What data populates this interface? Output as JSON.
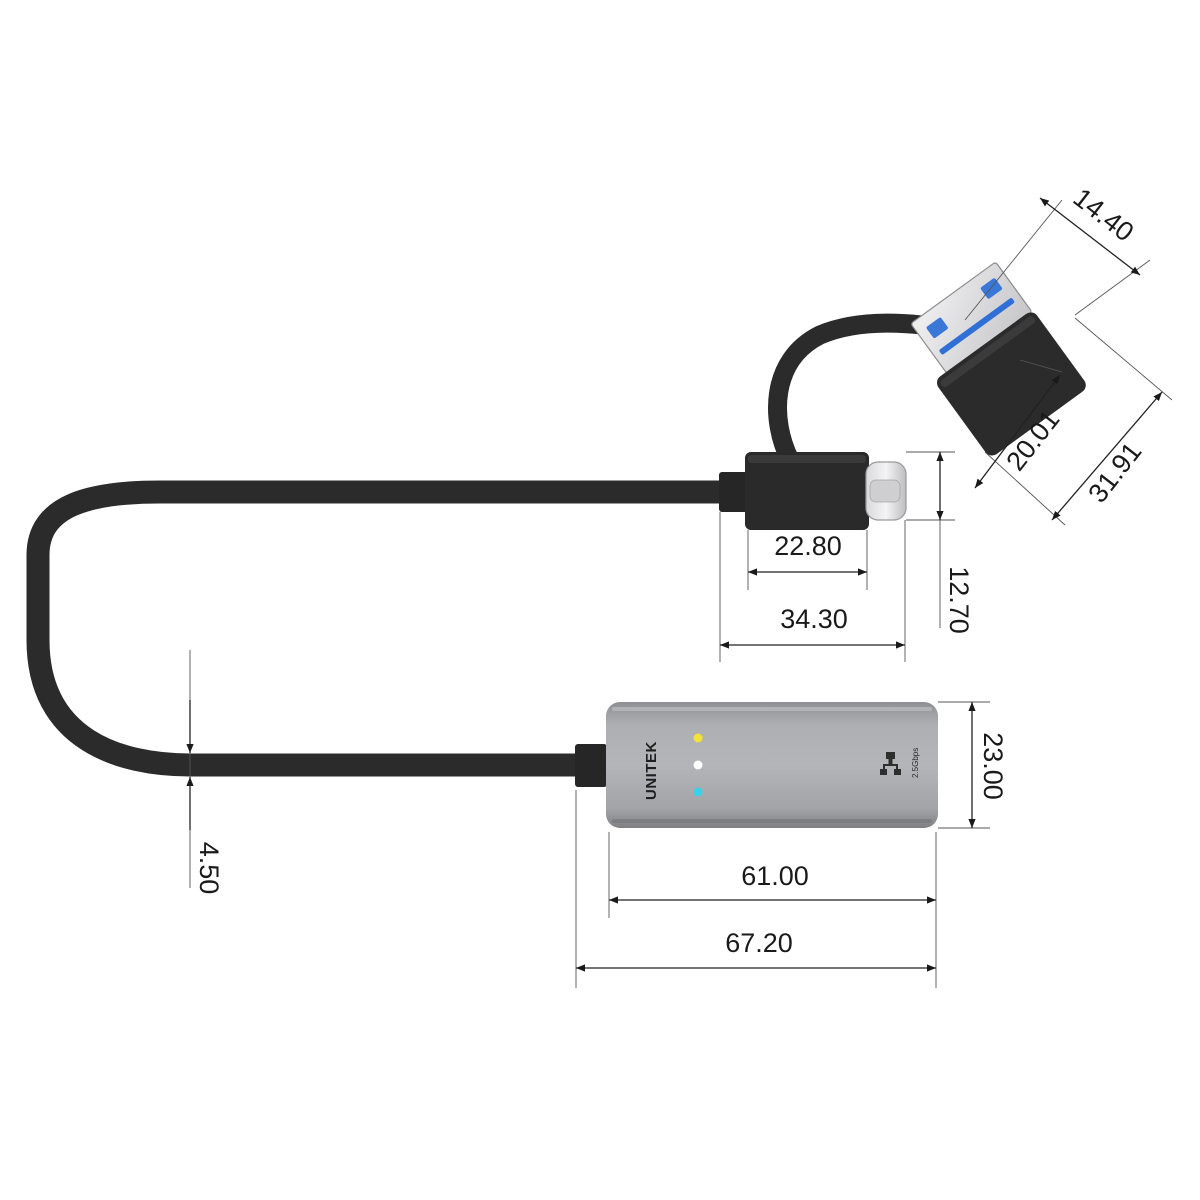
{
  "product": {
    "brand": "UNITEK",
    "speed_label": "2.5Gbps",
    "led_colors": [
      "#f2e23a",
      "#ffffff",
      "#39d0e8"
    ],
    "usb_a_tongue_color": "#2f6fd6",
    "cable_color": "#2b2b2b",
    "body_color": "#9c9da1"
  },
  "dimensions": {
    "usb_a_width": "14.40",
    "usb_a_length": "31.91",
    "usb_a_head": "20.01",
    "usbc_height": "12.70",
    "usbc_head_length": "22.80",
    "usbc_total_length": "34.30",
    "cable_diameter": "4.50",
    "body_height": "23.00",
    "body_length": "61.00",
    "total_length": "67.20"
  }
}
